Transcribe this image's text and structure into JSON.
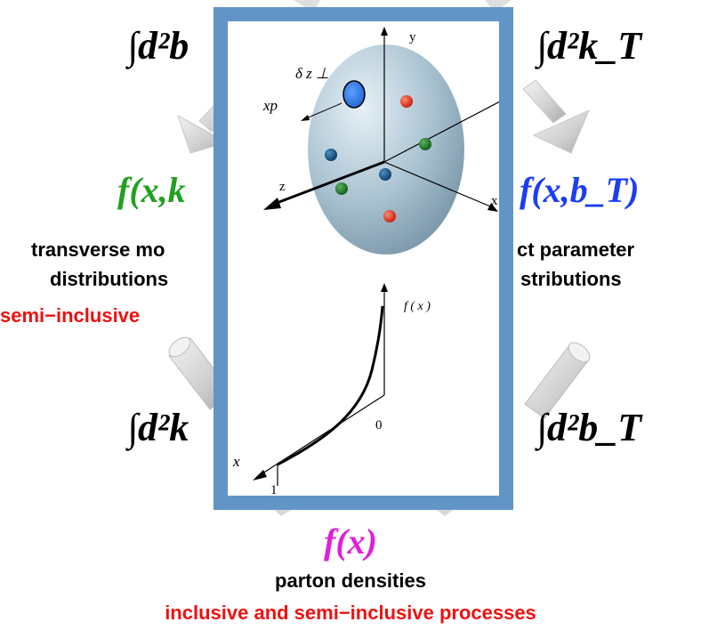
{
  "integrals": {
    "top_left": "∫d²b",
    "top_right": "∫d²k_T",
    "bottom_left": "∫d²k",
    "bottom_right": "∫d²b_T"
  },
  "functions": {
    "left": "f(x,k",
    "right": "f(x,b_T)",
    "bottom": "f(x)"
  },
  "left_texts": {
    "line1": "transverse mo",
    "line2": "distributions",
    "line3": "semi−inclusive"
  },
  "right_texts": {
    "line1": "ct parameter",
    "line2": "stributions"
  },
  "bottom_texts": {
    "line1": "parton densities",
    "line2": "inclusive and semi−inclusive processes"
  },
  "inset": {
    "upper": {
      "axis_y": "y",
      "axis_z": "z",
      "axis_x": "x",
      "label_delta": "δ z ⊥",
      "label_xp": "xp"
    },
    "lower": {
      "label_fx": "f ( x )",
      "label_zero": "0",
      "label_x": "x",
      "label_one": "1"
    }
  },
  "colors": {
    "green": "#22a022",
    "blue": "#1a3df5",
    "magenta": "#e020d8",
    "red": "#ee1111",
    "panel_border": "#6394c8"
  }
}
